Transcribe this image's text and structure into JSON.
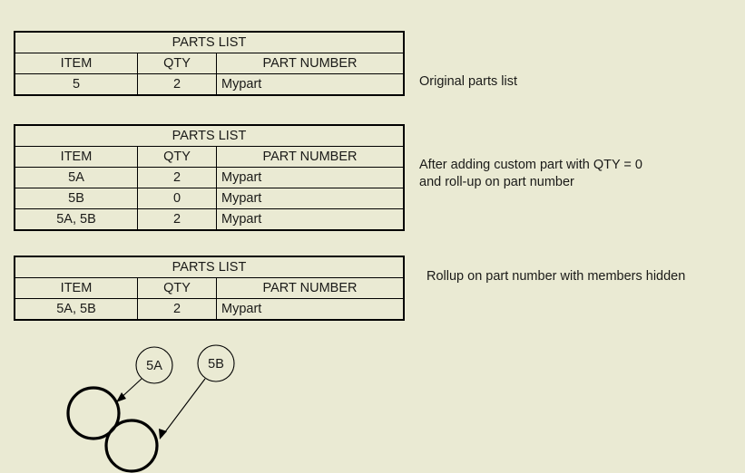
{
  "background_color": "#eaead3",
  "text_color": "#1a1a18",
  "tables": [
    {
      "id": "table-1",
      "title": "PARTS LIST",
      "columns": [
        "ITEM",
        "QTY",
        "PART NUMBER"
      ],
      "rows": [
        {
          "item": "5",
          "qty": "2",
          "part_number": "Mypart"
        }
      ]
    },
    {
      "id": "table-2",
      "title": "PARTS LIST",
      "columns": [
        "ITEM",
        "QTY",
        "PART NUMBER"
      ],
      "rows": [
        {
          "item": "5A",
          "qty": "2",
          "part_number": "Mypart"
        },
        {
          "item": "5B",
          "qty": "0",
          "part_number": "Mypart"
        },
        {
          "item": "5A, 5B",
          "qty": "2",
          "part_number": "Mypart"
        }
      ]
    },
    {
      "id": "table-3",
      "title": "PARTS LIST",
      "columns": [
        "ITEM",
        "QTY",
        "PART NUMBER"
      ],
      "rows": [
        {
          "item": "5A, 5B",
          "qty": "2",
          "part_number": "Mypart"
        }
      ]
    }
  ],
  "annotations": {
    "note_1": "Original parts list",
    "note_2": "After adding custom part with QTY = 0\nand roll-up on part number",
    "note_3": "Rollup on part number with members hidden"
  },
  "diagram": {
    "balloons": [
      {
        "label": "5A"
      },
      {
        "label": "5B"
      }
    ]
  }
}
